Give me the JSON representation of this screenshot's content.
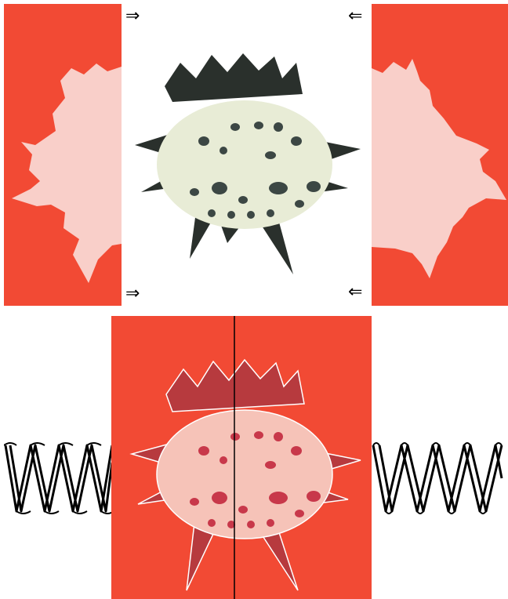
{
  "figure": {
    "arrows": {
      "top_left": "⇒",
      "top_right": "⇐",
      "bottom_left": "⇒",
      "bottom_right": "⇐"
    },
    "colors": {
      "mold_red": "#f24a34",
      "silhouette_pink": "#f9cfc9",
      "body_cream": "#e8ecd6",
      "spine_dark": "#2a302c",
      "spot_dark": "#3c4744",
      "tinted_body": "#f6c3b8",
      "tinted_spot": "#c8384a",
      "tinted_spine": "#b73a3e",
      "spring_stroke": "#000000"
    },
    "icons": [
      "right-double-arrow",
      "left-double-arrow",
      "coil-spring"
    ]
  }
}
